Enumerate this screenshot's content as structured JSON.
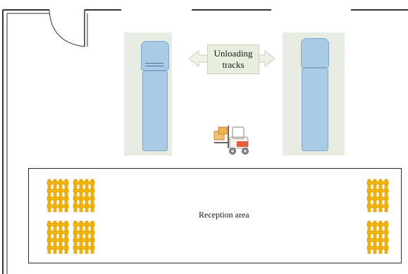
{
  "labels": {
    "unloading_tracks": [
      "Unloading",
      "tracks"
    ],
    "reception_area": "Reception area"
  },
  "colors": {
    "wall": "#333333",
    "bay_floor": "#e7ede2",
    "truck": "#a9cbe6",
    "truck_outline": "#7ea8cc",
    "pallet": "#f5b800",
    "pallet_outline": "#d48a00",
    "sign_bg": "#e8eedd"
  },
  "icons": [
    "door-swing-icon",
    "double-arrow-icon",
    "forklift-icon",
    "pallet-icon"
  ]
}
